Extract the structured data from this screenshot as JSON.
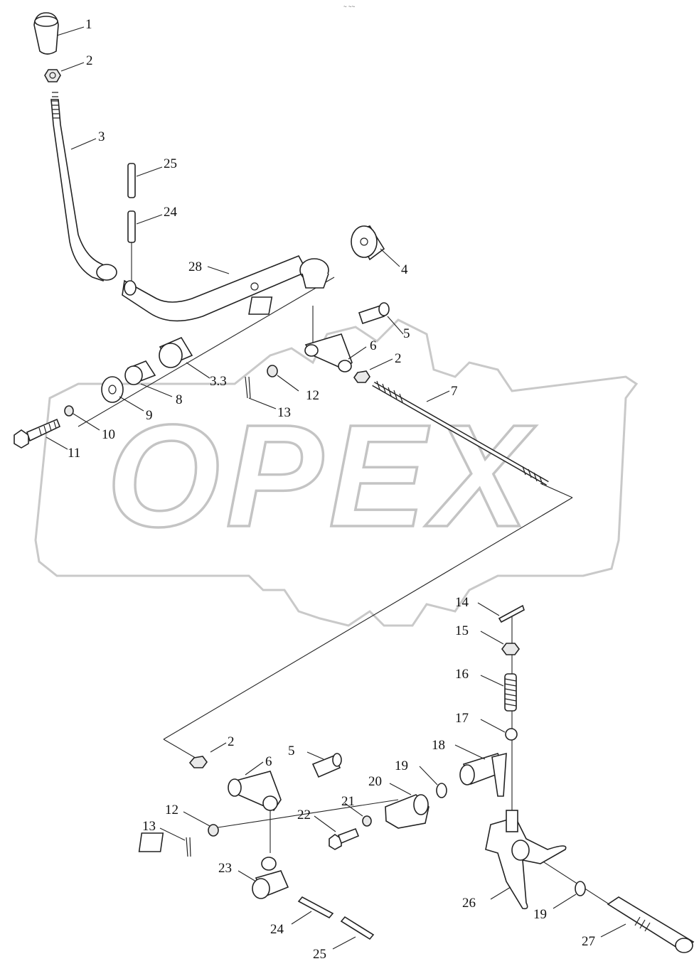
{
  "diagram": {
    "watermark_text": "OPEX",
    "top_mark": "~ ~~",
    "callouts": [
      "1",
      "2",
      "3",
      "25",
      "24",
      "28",
      "4",
      "5",
      "6",
      "2",
      "3.3",
      "8",
      "9",
      "10",
      "11",
      "12",
      "13",
      "7",
      "14",
      "15",
      "16",
      "17",
      "18",
      "2",
      "5",
      "6",
      "12",
      "13",
      "19",
      "20",
      "21",
      "22",
      "23",
      "24",
      "25",
      "26",
      "19",
      "27"
    ]
  }
}
